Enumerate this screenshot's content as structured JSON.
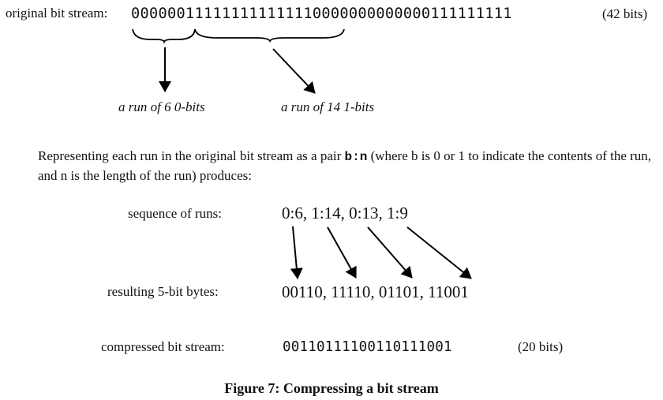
{
  "figure": {
    "caption": "Figure 7: Compressing a bit stream",
    "original": {
      "label": "original bit stream:",
      "bits": "000000111111111111110000000000000111111111",
      "count": "(42 bits)"
    },
    "run_annotations": [
      {
        "label": "a run of 6 0-bits",
        "bit": 0,
        "length": 6
      },
      {
        "label": "a run of 14 1-bits",
        "bit": 1,
        "length": 14
      }
    ],
    "paragraph": {
      "before": "Representing each run in the original bit stream as a pair ",
      "notation": "b:n",
      "after": " (where b is 0 or 1 to indicate the contents of the run, and n is the length of the run) produces:"
    },
    "sequence": {
      "label": "sequence of runs:",
      "value": "0:6, 1:14, 0:13, 1:9",
      "runs": [
        {
          "b": 0,
          "n": 6
        },
        {
          "b": 1,
          "n": 14
        },
        {
          "b": 0,
          "n": 13
        },
        {
          "b": 1,
          "n": 9
        }
      ]
    },
    "bytes": {
      "label": "resulting 5-bit bytes:",
      "value": "00110, 11110, 01101, 11001",
      "items": [
        "00110",
        "11110",
        "01101",
        "11001"
      ]
    },
    "compressed": {
      "label": "compressed bit stream:",
      "bits": "00110111100110111001",
      "count": "(20 bits)"
    }
  }
}
